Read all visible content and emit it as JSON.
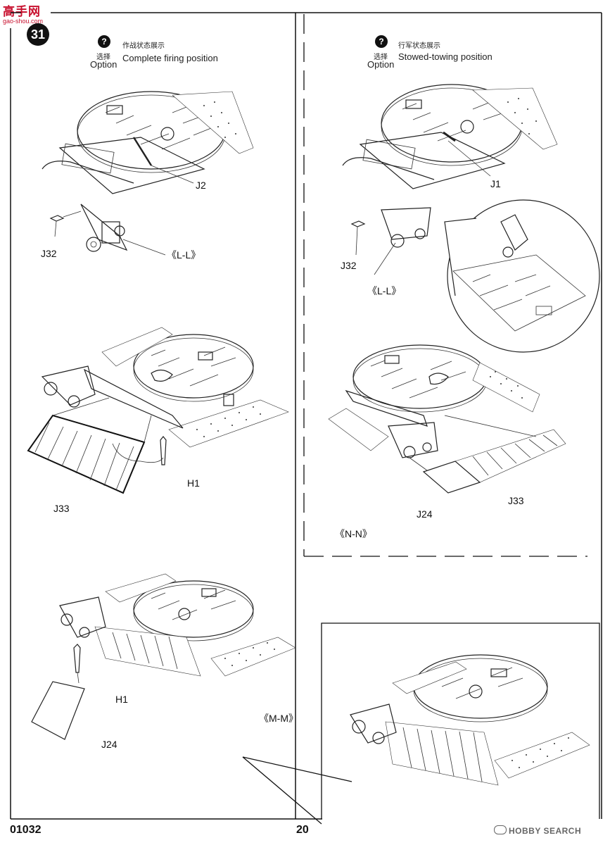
{
  "watermark_top": {
    "logo": "高手网",
    "url": "gao-shou.com"
  },
  "step": {
    "number": "31"
  },
  "options": {
    "left": {
      "icon": "question-icon",
      "cn_label": "选择",
      "en_label": "Option",
      "cn_title": "作战状态展示",
      "en_title": "Complete firing position"
    },
    "right": {
      "icon": "question-icon",
      "cn_label": "选择",
      "en_label": "Option",
      "cn_title": "行军状态展示",
      "en_title": "Stowed-towing position"
    }
  },
  "callouts": {
    "top_left": {
      "part_a": "J2",
      "part_b": "J32",
      "view": "《L-L》"
    },
    "top_right": {
      "part_a": "J1",
      "part_b": "J32",
      "view": "《L-L》"
    },
    "mid_left": {
      "part_a": "H1",
      "part_b": "J33"
    },
    "mid_right": {
      "part_a": "J24",
      "part_b": "J33",
      "view": "《N-N》"
    },
    "bottom_left": {
      "part_a": "H1",
      "part_b": "J24",
      "view": "《M-M》"
    }
  },
  "footer": {
    "kit_number": "01032",
    "page_number": "20",
    "watermark": "HOBBY SEARCH"
  }
}
